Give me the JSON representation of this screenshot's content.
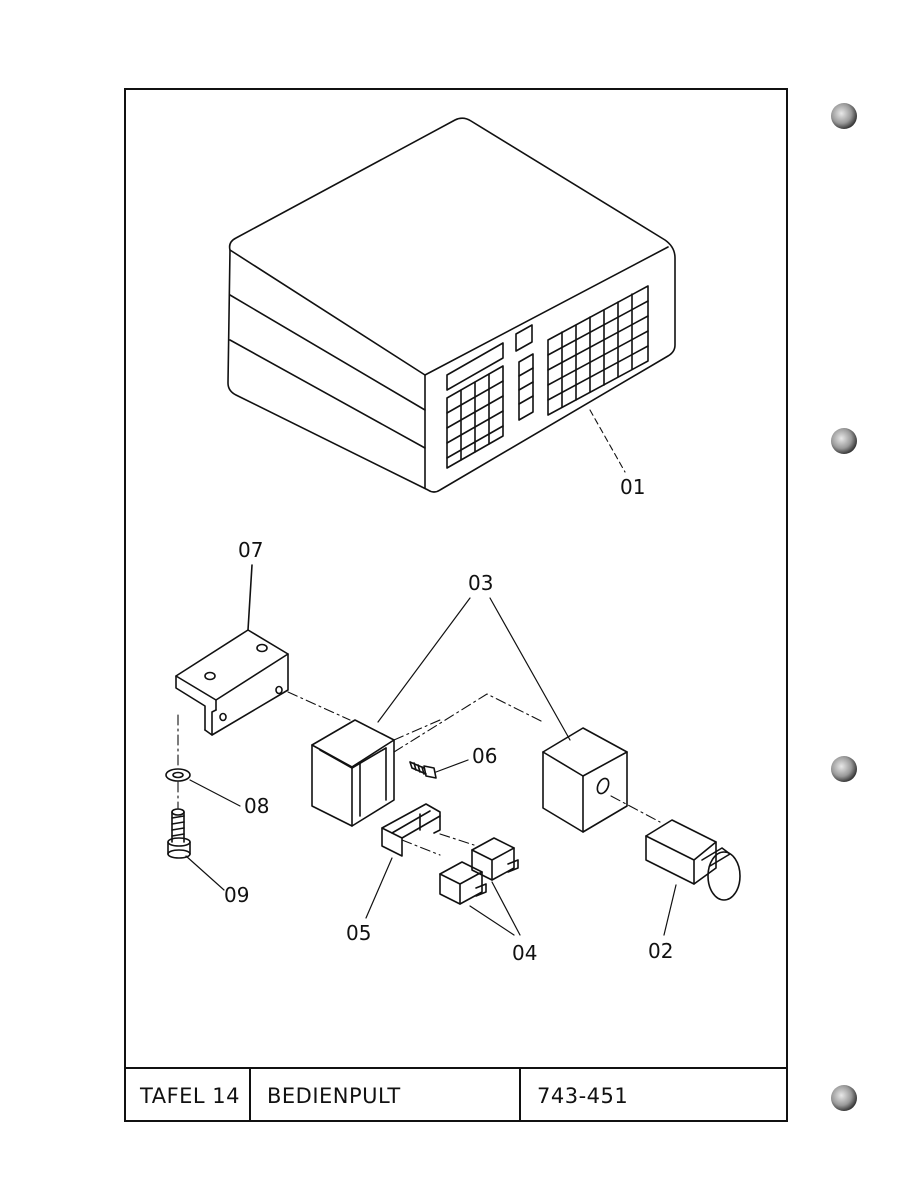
{
  "title_block": {
    "sheet": "TAFEL 14",
    "name": "BEDIENPULT",
    "part_number": "743-451"
  },
  "callouts": [
    "01",
    "02",
    "03",
    "04",
    "05",
    "06",
    "07",
    "08",
    "09"
  ],
  "punch_holes": 4
}
